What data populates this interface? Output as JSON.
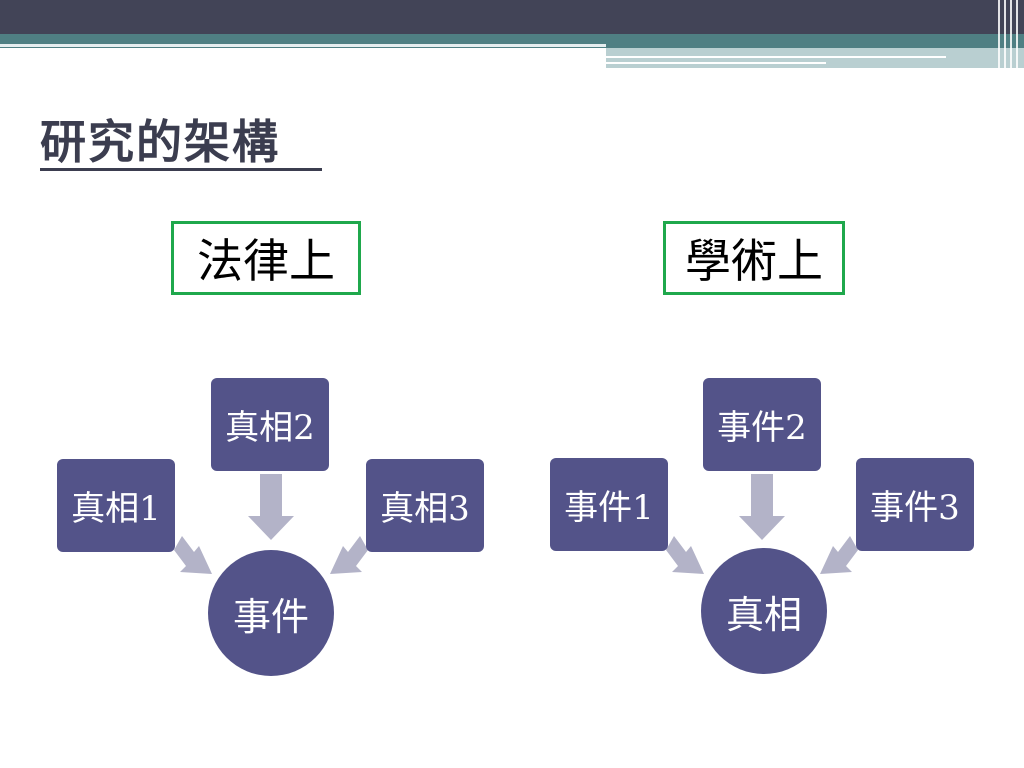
{
  "slide": {
    "title": "研究的架構"
  },
  "diagrams": [
    {
      "heading": "法律上",
      "sources": [
        "真相1",
        "真相2",
        "真相3"
      ],
      "target": "事件"
    },
    {
      "heading": "學術上",
      "sources": [
        "事件1",
        "事件2",
        "事件3"
      ],
      "target": "真相"
    }
  ],
  "colors": {
    "node_fill": "#535389",
    "arrow_fill": "#b3b3c8",
    "heading_border": "#1fa84c",
    "header_dark": "#424457",
    "header_teal": "#4f7f83"
  }
}
